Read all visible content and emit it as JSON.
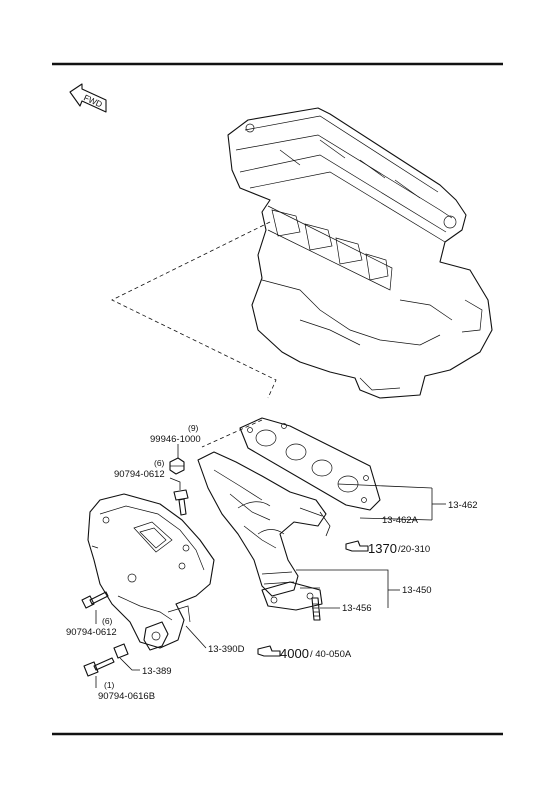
{
  "fwd_label": "FWD",
  "parts": {
    "p99946": {
      "number": "99946-1000",
      "qty": "(9)"
    },
    "p90794_0612_top": {
      "number": "90794-0612",
      "qty": "(6)"
    },
    "p13462": {
      "number": "13-462"
    },
    "p13462a": {
      "number": "13-462A"
    },
    "p13450": {
      "number": "13-450"
    },
    "p13456": {
      "number": "13-456"
    },
    "p13390d": {
      "number": "13-390D"
    },
    "p13389": {
      "number": "13-389"
    },
    "p90794_0612_left": {
      "number": "90794-0612",
      "qty": "(6)"
    },
    "p90794_0616b": {
      "number": "90794-0616B",
      "qty": "(1)"
    }
  },
  "refs": {
    "ref1370": {
      "code": "1370",
      "page": "/20-310"
    },
    "ref4000": {
      "code": "4000",
      "page": "/ 40-050A"
    }
  }
}
